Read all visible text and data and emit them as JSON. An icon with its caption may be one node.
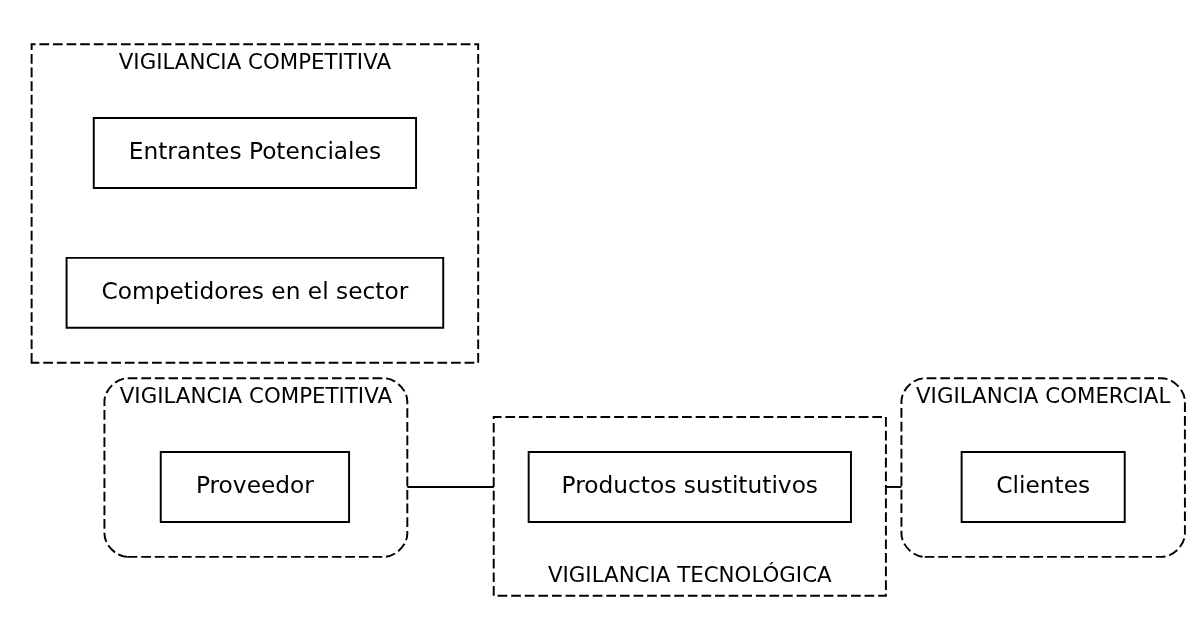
{
  "diagram": {
    "nodes": [
      {
        "text": [
          "VIGILANCIA COMPETITIVA"
        ]
      },
      {
        "text": [
          "Entrantes Potenciales"
        ],
        "in": 0
      },
      {
        "text": [
          "Competidores en el sector"
        ],
        "in": 0
      },
      {
        "text": [
          "VIGILANCIA TECNOLÓGICA"
        ]
      },
      {
        "text": [
          "Productos sustitutivos"
        ],
        "in": 3
      },
      {
        "text": [
          "VIGILANCIA COMPETITIVA"
        ]
      },
      {
        "text": [
          "Proveedor"
        ],
        "in": 5
      },
      {
        "text": [
          "VIGILANCIA COMERCIAL"
        ]
      },
      {
        "text": [
          "Clientes"
        ],
        "in": 7
      }
    ],
    "edges": [
      {
        "from": 5,
        "to": 3,
        "arrow": "none"
      },
      {
        "from": 3,
        "to": 7,
        "arrow": "none"
      }
    ]
  }
}
